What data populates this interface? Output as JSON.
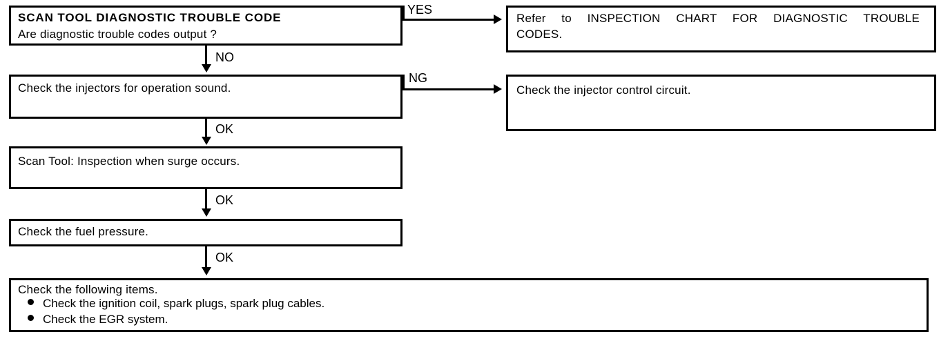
{
  "diagram": {
    "title": "SCAN TOOL DIAGNOSTIC TROUBLE CODE flowchart",
    "line_color": "#000000",
    "background_color": "#ffffff"
  },
  "nodes": {
    "scan_tool_dtc": {
      "heading": "SCAN TOOL DIAGNOSTIC TROUBLE CODE",
      "question": "Are diagnostic trouble codes output ?"
    },
    "refer_inspection_chart": {
      "text": "Refer to INSPECTION CHART FOR DIAGNOSTIC TROUBLE CODES."
    },
    "check_injectors": {
      "text": "Check the injectors for operation sound."
    },
    "check_injector_circuit": {
      "text": "Check the injector control circuit."
    },
    "scan_tool_surge": {
      "text": "Scan Tool: Inspection when surge occurs."
    },
    "check_fuel_pressure": {
      "text": "Check the fuel pressure."
    },
    "check_following_items": {
      "heading": "Check the following items.",
      "bullets": [
        "Check the ignition coil, spark plugs, spark plug cables.",
        "Check the EGR system."
      ]
    }
  },
  "branch_labels": {
    "yes": "YES",
    "no": "NO",
    "ng": "NG",
    "ok_1": "OK",
    "ok_2": "OK",
    "ok_3": "OK"
  }
}
